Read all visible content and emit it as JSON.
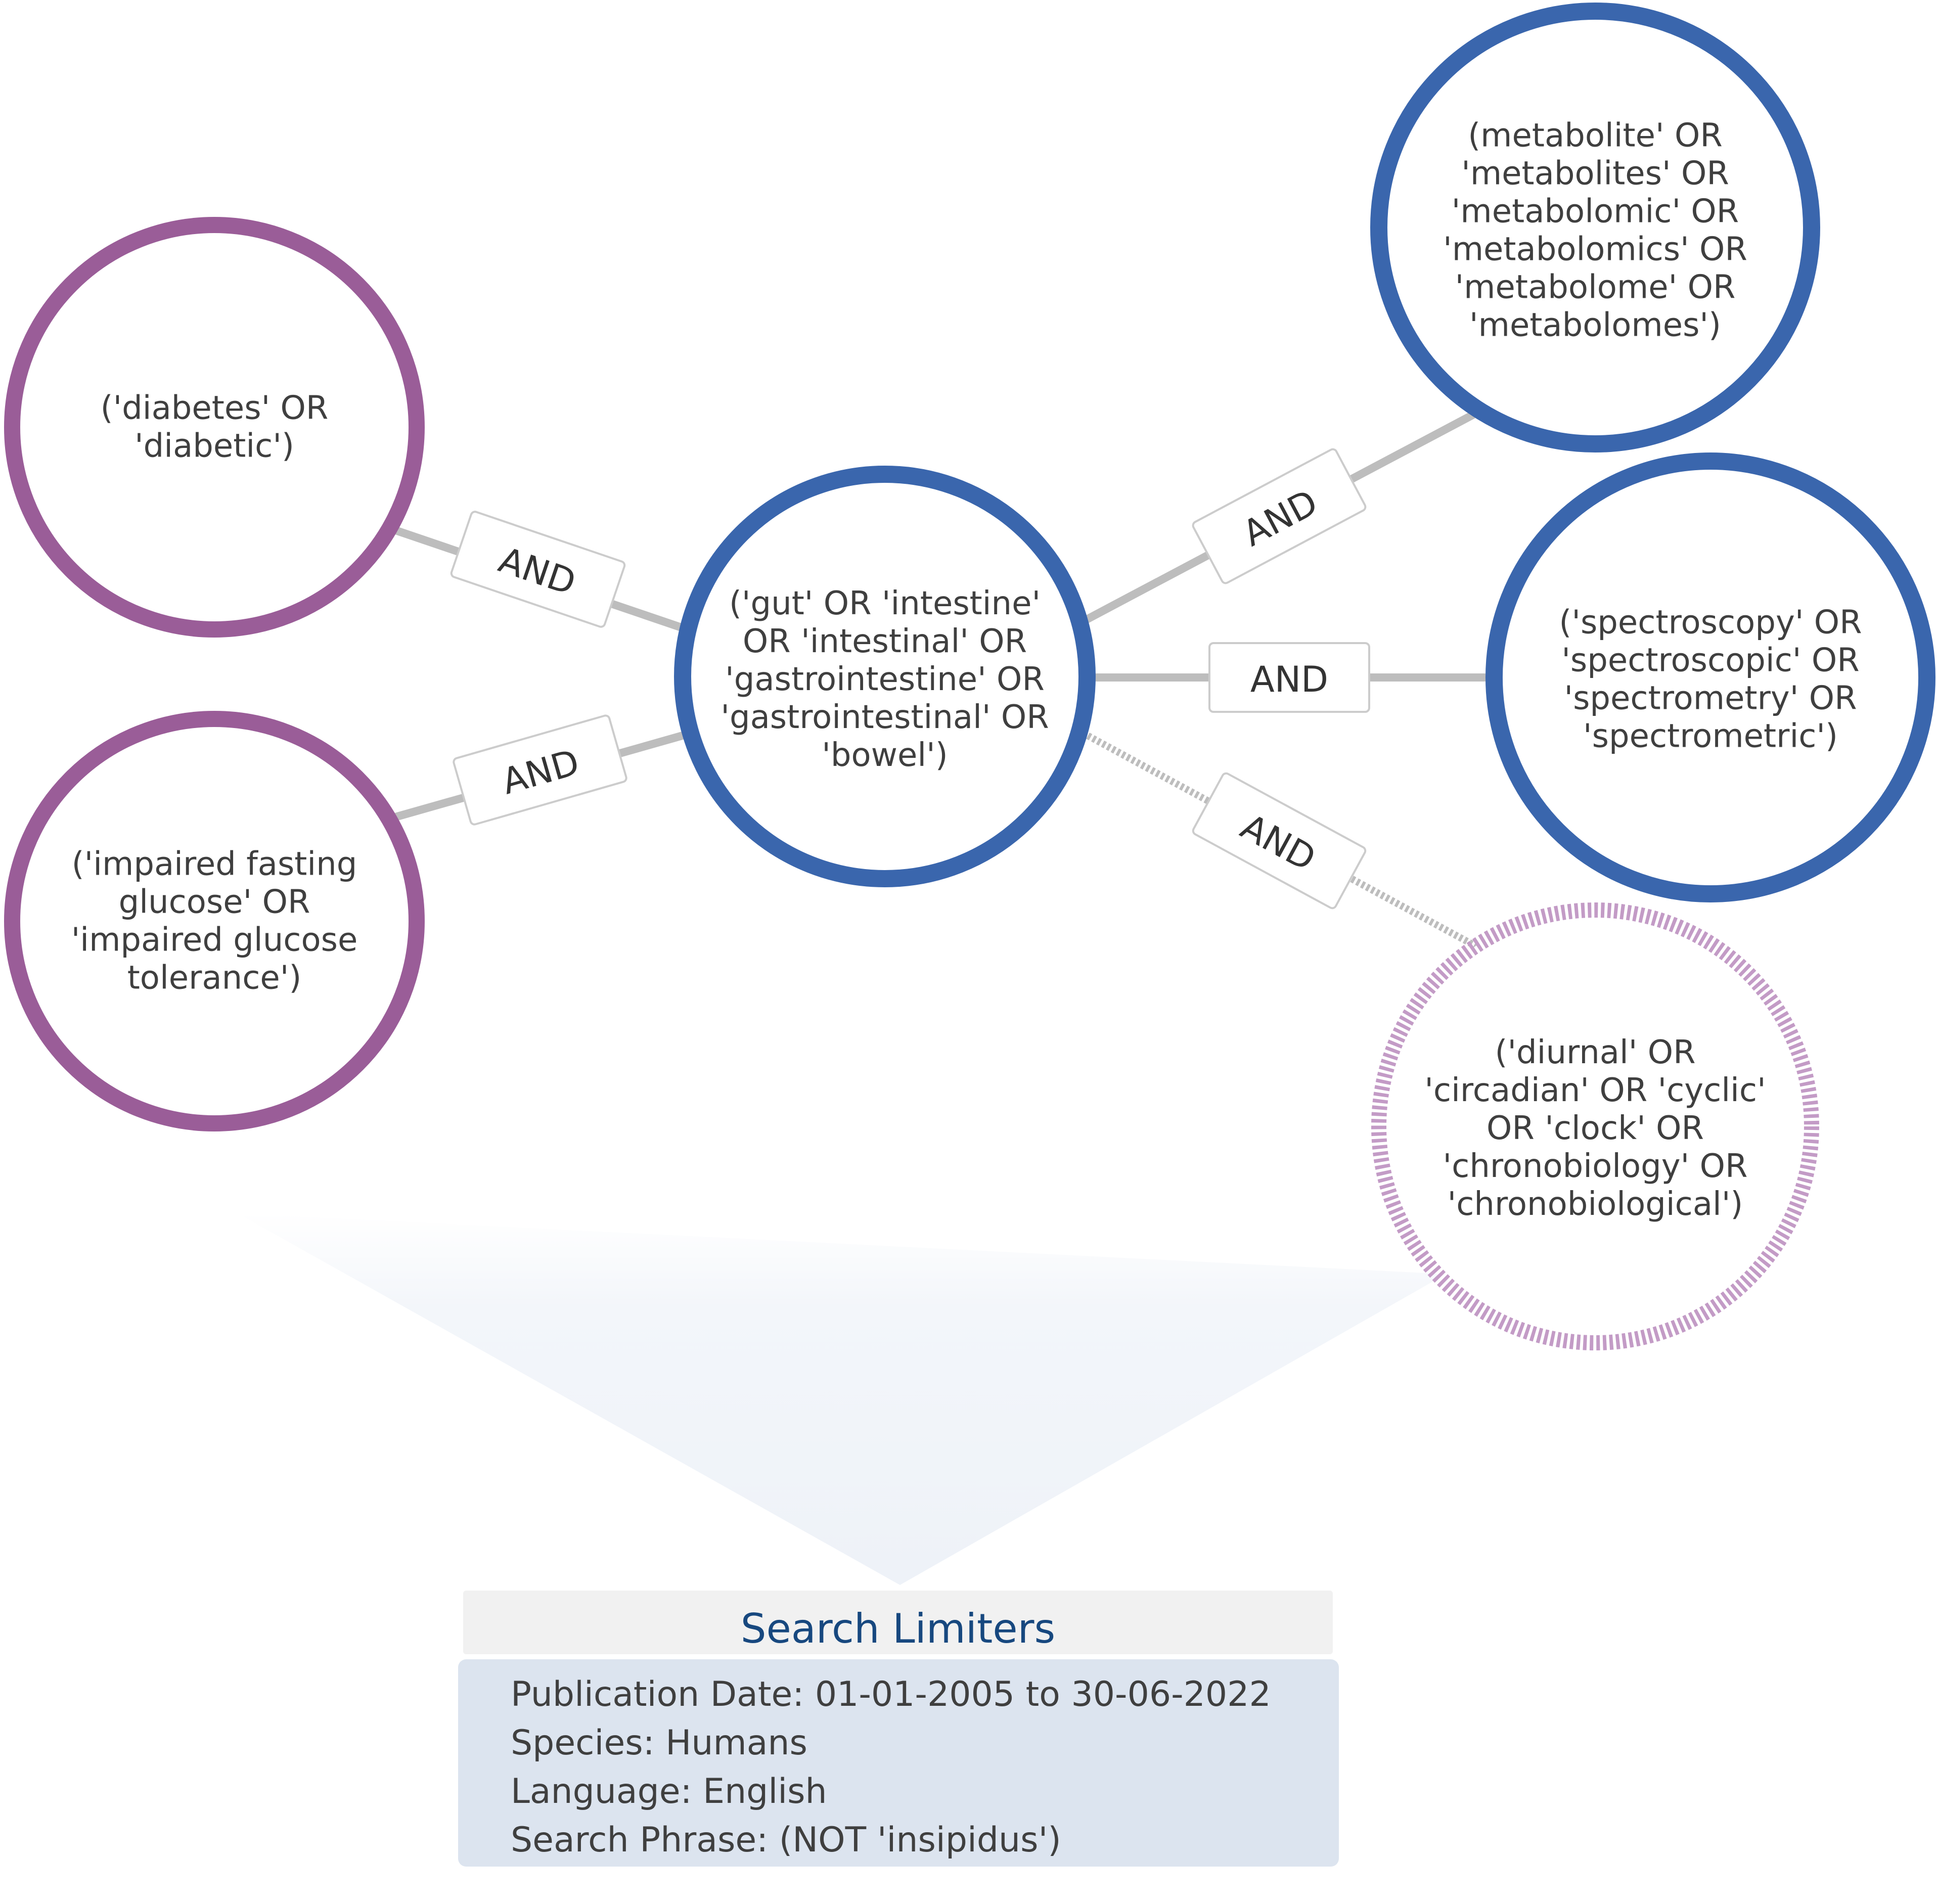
{
  "nodes": {
    "diabetes": [
      "('diabetes' OR",
      "'diabetic')"
    ],
    "impaired": [
      "('impaired fasting",
      "glucose' OR",
      "'impaired glucose",
      "tolerance')"
    ],
    "gut": [
      "('gut' OR 'intestine'",
      "OR 'intestinal' OR",
      "'gastrointestine' OR",
      "'gastrointestinal' OR",
      "'bowel')"
    ],
    "metabolite": [
      "(metabolite' OR",
      "'metabolites' OR",
      "'metabolomic' OR",
      "'metabolomics' OR",
      "'metabolome' OR",
      "'metabolomes')"
    ],
    "spectroscopy": [
      "('spectroscopy' OR",
      "'spectroscopic' OR",
      "'spectrometry' OR",
      "'spectrometric')"
    ],
    "diurnal": [
      "('diurnal' OR",
      "'circadian' OR 'cyclic'",
      "OR 'clock' OR",
      "'chronobiology' OR",
      "'chronobiological')"
    ]
  },
  "connectors": {
    "diabetes_gut": "AND",
    "impaired_gut": "AND",
    "gut_metabolite": "AND",
    "gut_spectroscopy": "AND",
    "gut_diurnal": "AND"
  },
  "colors": {
    "purple": "#9a5d98",
    "blue": "#3a66ad",
    "dashed_purple": "#c39bc6",
    "connector": "#bdbdbd"
  },
  "limiters": {
    "title": "Search Limiters",
    "lines": [
      "Publication Date: 01-01-2005 to 30-06-2022",
      "Species: Humans",
      "Language: English",
      "Search Phrase: (NOT 'insipidus')"
    ]
  }
}
